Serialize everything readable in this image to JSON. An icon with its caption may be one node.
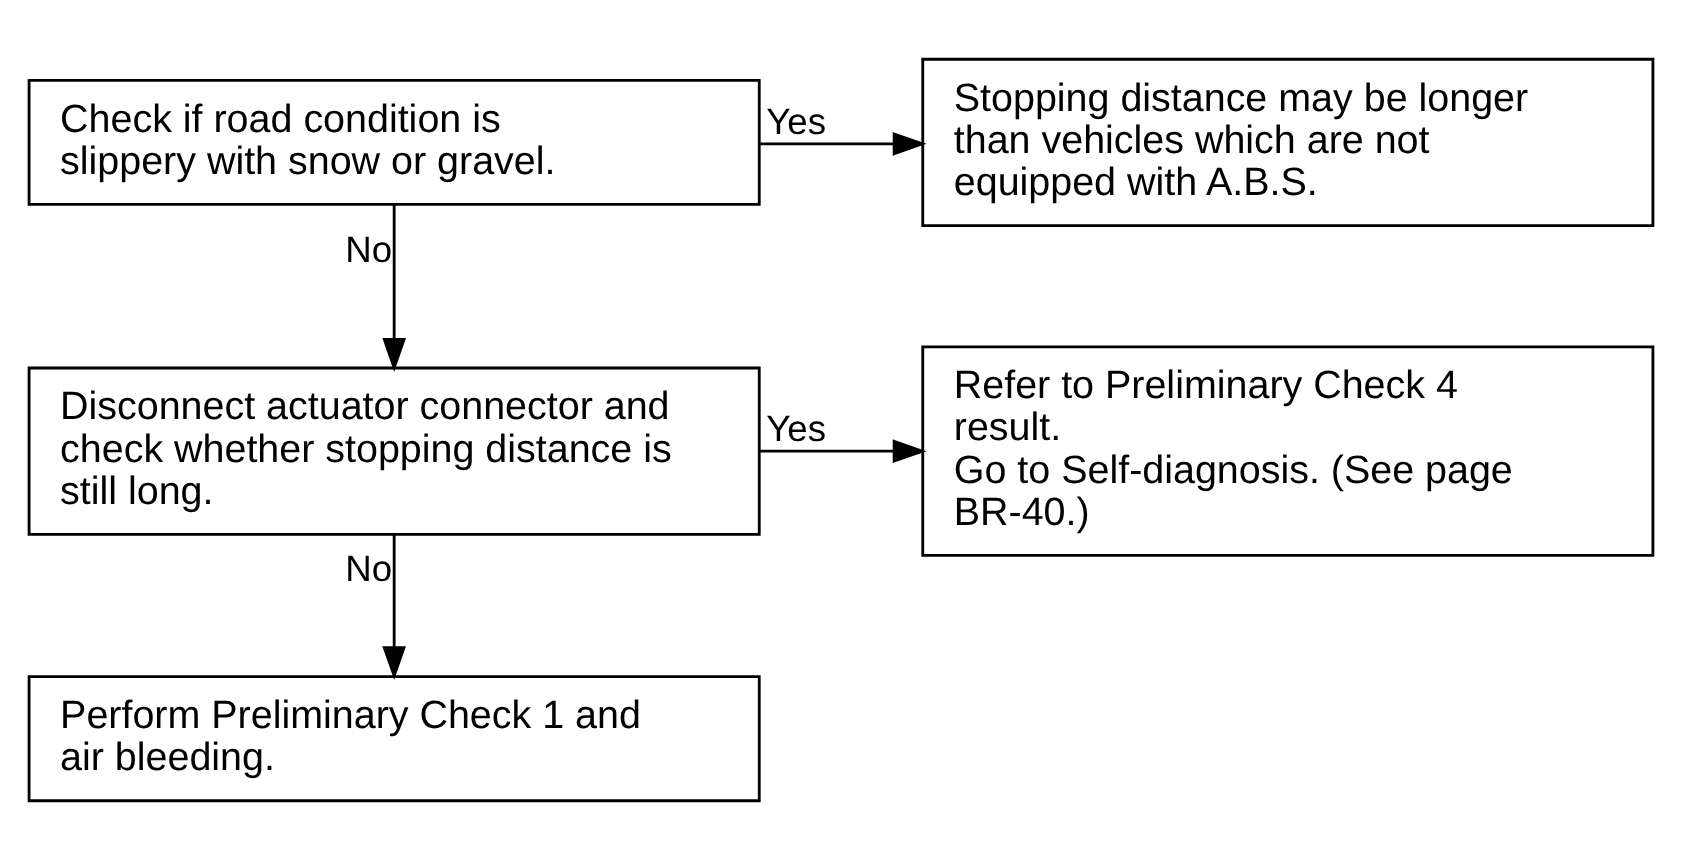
{
  "diagram": {
    "nodes": [
      {
        "text": [
          "Check if road condition is slippery with snow or gravel."
        ]
      },
      {
        "text": [
          "Stopping distance may be longer than vehicles which are not equipped with A.B.S."
        ]
      },
      {
        "text": [
          "Disconnect actuator connector and check whether stopping distance is still long."
        ]
      },
      {
        "text": [
          "Refer to Preliminary Check 4 result.",
          "Go to Self-diagnosis. (See page BR-40.)"
        ]
      },
      {
        "text": [
          "Perform Preliminary Check 1 and air bleeding."
        ]
      }
    ],
    "edges": [
      {
        "from": 0,
        "to": 1,
        "arrow": "to",
        "label": "Yes"
      },
      {
        "from": 0,
        "to": 2,
        "arrow": "to",
        "label": "No"
      },
      {
        "from": 2,
        "to": 3,
        "arrow": "to",
        "label": "Yes"
      },
      {
        "from": 2,
        "to": 4,
        "arrow": "to",
        "label": "No"
      }
    ]
  }
}
